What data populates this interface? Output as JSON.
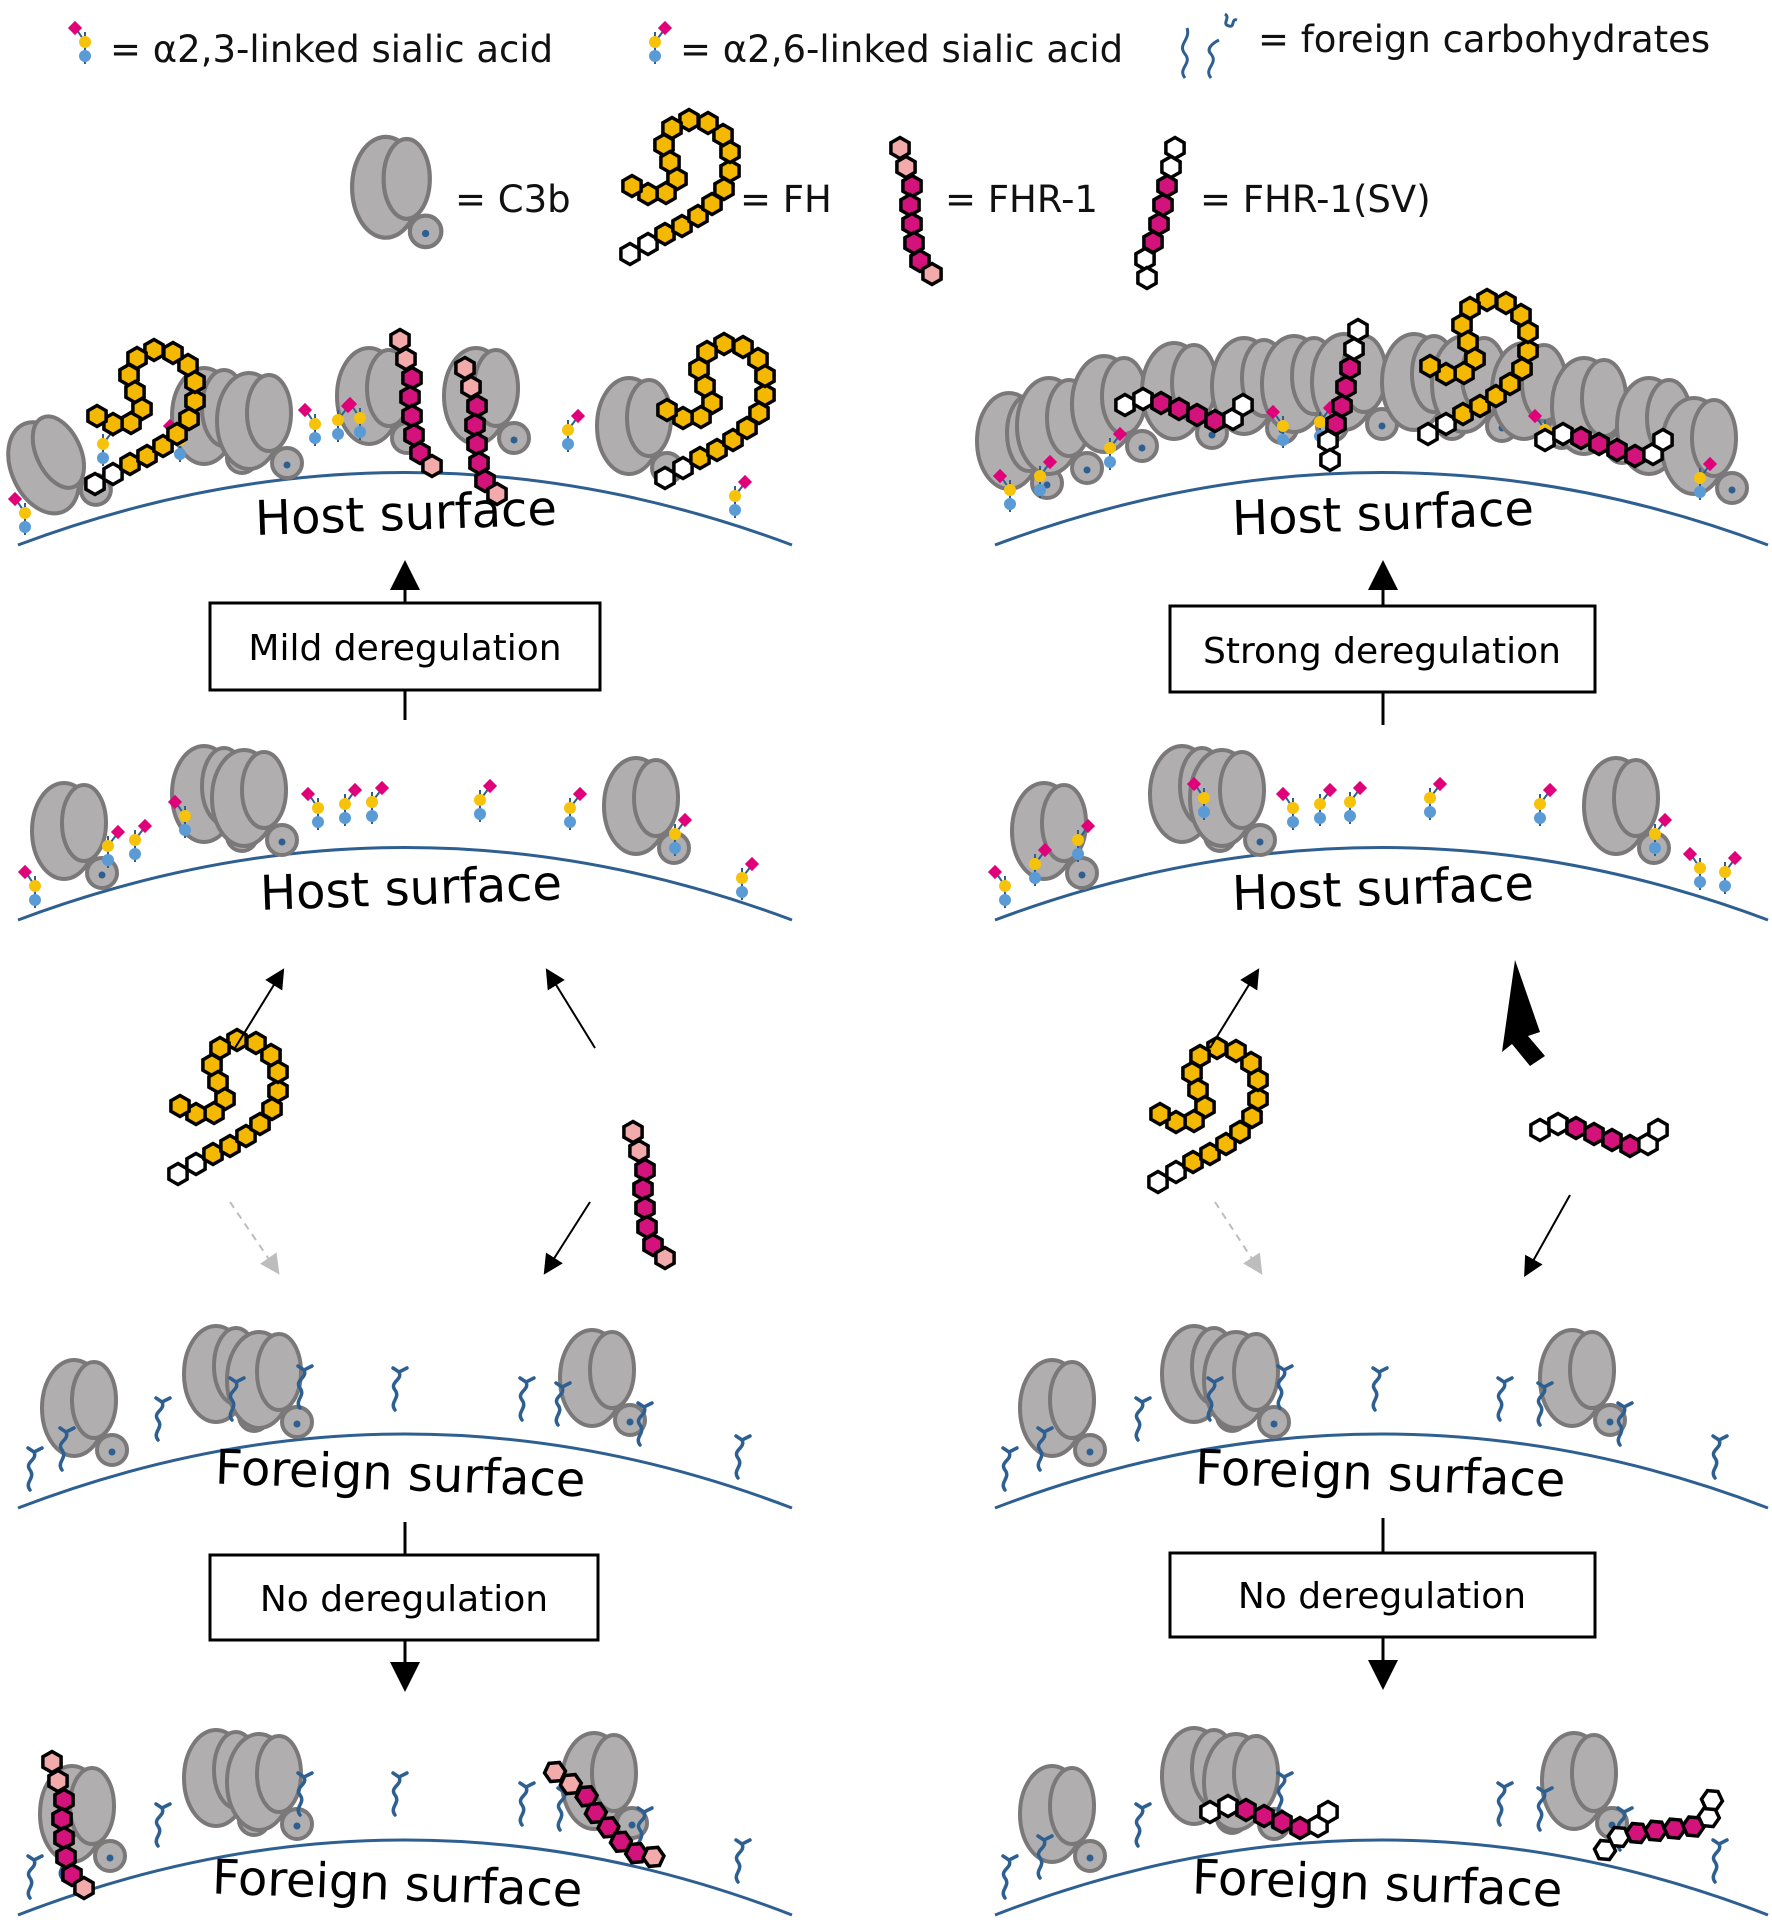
{
  "legend": {
    "a23": "= α2,3-linked sialic acid",
    "a26": "= α2,6-linked sialic acid",
    "foreign": "= foreign carbohydrates",
    "c3b": "= C3b",
    "fh": "= FH",
    "fhr1": "= FHR-1",
    "fhr1sv": "= FHR-1(SV)"
  },
  "surfaces": {
    "host": "Host surface",
    "foreign": "Foreign surface"
  },
  "boxes": {
    "mild": "Mild deregulation",
    "strong": "Strong deregulation",
    "none_left": "No deregulation",
    "none_right": "No deregulation"
  },
  "colors": {
    "c3b_fill": "#b0aeae",
    "c3b_stroke": "#7a7878",
    "fh": "#f5b800",
    "fhr1_magenta": "#d4127c",
    "fhr1_pink": "#f2aaaa",
    "sialic_magenta": "#e0007a",
    "sialic_yellow": "#f7c20a",
    "sialic_blue": "#5b9bd5",
    "surface": "#2e5f91"
  }
}
